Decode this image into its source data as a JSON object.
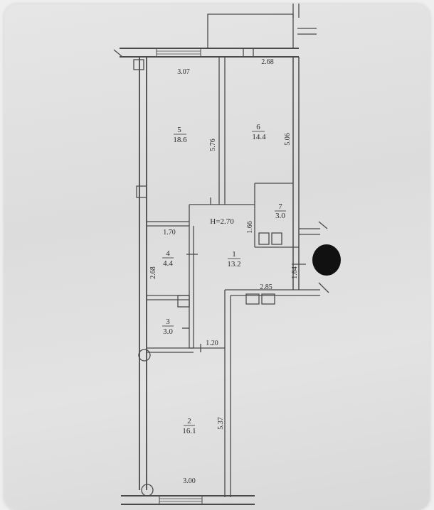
{
  "plan": {
    "height_label": "H=2.70",
    "rooms": [
      {
        "id": "1",
        "num": "1",
        "area": "13.2"
      },
      {
        "id": "2",
        "num": "2",
        "area": "16.1"
      },
      {
        "id": "3",
        "num": "3",
        "area": "3.0"
      },
      {
        "id": "4",
        "num": "4",
        "area": "4.4"
      },
      {
        "id": "5",
        "num": "5",
        "area": "18.6"
      },
      {
        "id": "6",
        "num": "6",
        "area": "14.4"
      },
      {
        "id": "7",
        "num": "7",
        "area": "3.0"
      }
    ],
    "dims": {
      "d307": "3.07",
      "d268top": "2.68",
      "d576": "5.76",
      "d506": "5.06",
      "d170": "1.70",
      "d166": "1.66",
      "d268left": "2.68",
      "d164": "1.64",
      "d285": "2.85",
      "d120": "1.20",
      "d537": "5.37",
      "d300": "3.00"
    }
  }
}
